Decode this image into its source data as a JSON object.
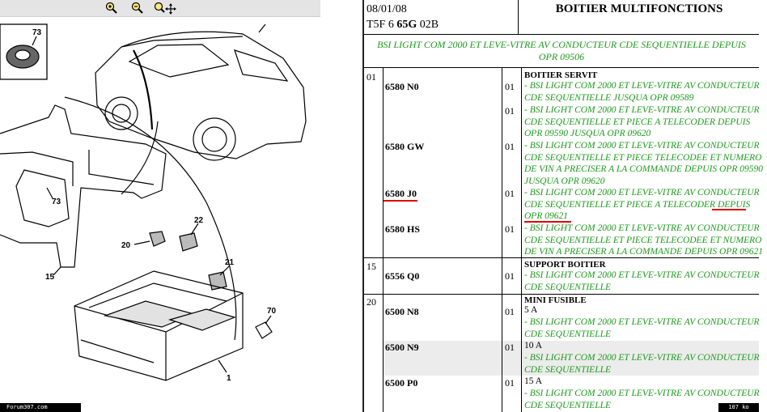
{
  "viewer": {
    "zoom_in_icon": "zoom-in-icon",
    "zoom_out_icon": "zoom-out-icon",
    "pan_icon": "zoom-pan-icon",
    "watermark": "Forum307.com",
    "size_badge": "107 ko"
  },
  "diagram": {
    "callouts": [
      "73",
      "73",
      "15",
      "20",
      "22",
      "21",
      "70",
      "1"
    ]
  },
  "document": {
    "date": "08/01/08",
    "code_prefix": "T5F 6",
    "code_bold": "65G",
    "code_suffix": "02B",
    "title": "BOITIER MULTIFONCTIONS",
    "subtitle_line1": "BSI LIGHT COM 2000 ET LEVE-VITRE AV CONDUCTEUR CDE SEQUENTIELLE DEPUIS",
    "subtitle_line2": "OPR 09506",
    "sections": [
      {
        "pos": "01",
        "heading": "BOITIER SERVIT",
        "rows": [
          {
            "ref": "6580 N0",
            "qty": "01",
            "desc": "- BSI LIGHT COM 2000 ET LEVE-VITRE AV CONDUCTEUR\nCDE SEQUENTIELLE JUSQUA OPR 09589"
          },
          {
            "ref": "",
            "qty": "01",
            "desc": "- BSI LIGHT COM 2000 ET LEVE-VITRE AV CONDUCTEUR\nCDE SEQUENTIELLE ET PIECE A TELECODER DEPUIS\nOPR 09590 JUSQUA OPR 09620"
          },
          {
            "ref": "6580 GW",
            "qty": "01",
            "desc": "- BSI LIGHT COM 2000 ET LEVE-VITRE AV CONDUCTEUR\nCDE SEQUENTIELLE ET PIECE TELECODEE ET NUMERO\nDE VIN A PRECISER A LA COMMANDE DEPUIS OPR 09590\nJUSQUA OPR 09620"
          },
          {
            "ref": "6580 J0",
            "qty": "01",
            "desc": "- BSI LIGHT COM 2000 ET LEVE-VITRE AV CONDUCTEUR\nCDE SEQUENTIELLE ET PIECE A TELECODER DEPUIS\nOPR 09621"
          },
          {
            "ref": "6580 HS",
            "qty": "01",
            "desc": "- BSI LIGHT COM 2000 ET LEVE-VITRE AV CONDUCTEUR\nCDE SEQUENTIELLE ET PIECE TELECODEE ET NUMERO\nDE VIN A PRECISER A LA COMMANDE DEPUIS OPR 09621"
          }
        ]
      },
      {
        "pos": "15",
        "heading": "SUPPORT BOITIER",
        "rows": [
          {
            "ref": "6556 Q0",
            "qty": "01",
            "desc": "- BSI LIGHT COM 2000 ET LEVE-VITRE AV CONDUCTEUR\nCDE SEQUENTIELLE"
          }
        ]
      },
      {
        "pos": "20",
        "heading": "MINI FUSIBLE",
        "rows": [
          {
            "ref": "6500 N8",
            "qty": "01",
            "amp": "5 A",
            "desc": "- BSI LIGHT COM 2000 ET LEVE-VITRE AV CONDUCTEUR\nCDE SEQUENTIELLE"
          },
          {
            "ref": "6500 N9",
            "qty": "01",
            "amp": "10 A",
            "desc": "- BSI LIGHT COM 2000 ET LEVE-VITRE AV CONDUCTEUR\nCDE SEQUENTIELLE"
          },
          {
            "ref": "6500 P0",
            "qty": "01",
            "amp": "15 A",
            "desc": "- BSI LIGHT COM 2000 ET LEVE-VITRE AV CONDUCTEUR\nCDE SEQUENTIELLE"
          }
        ]
      }
    ]
  },
  "colors": {
    "green_text": "#1c9a1c",
    "red_mark": "#d00000"
  }
}
